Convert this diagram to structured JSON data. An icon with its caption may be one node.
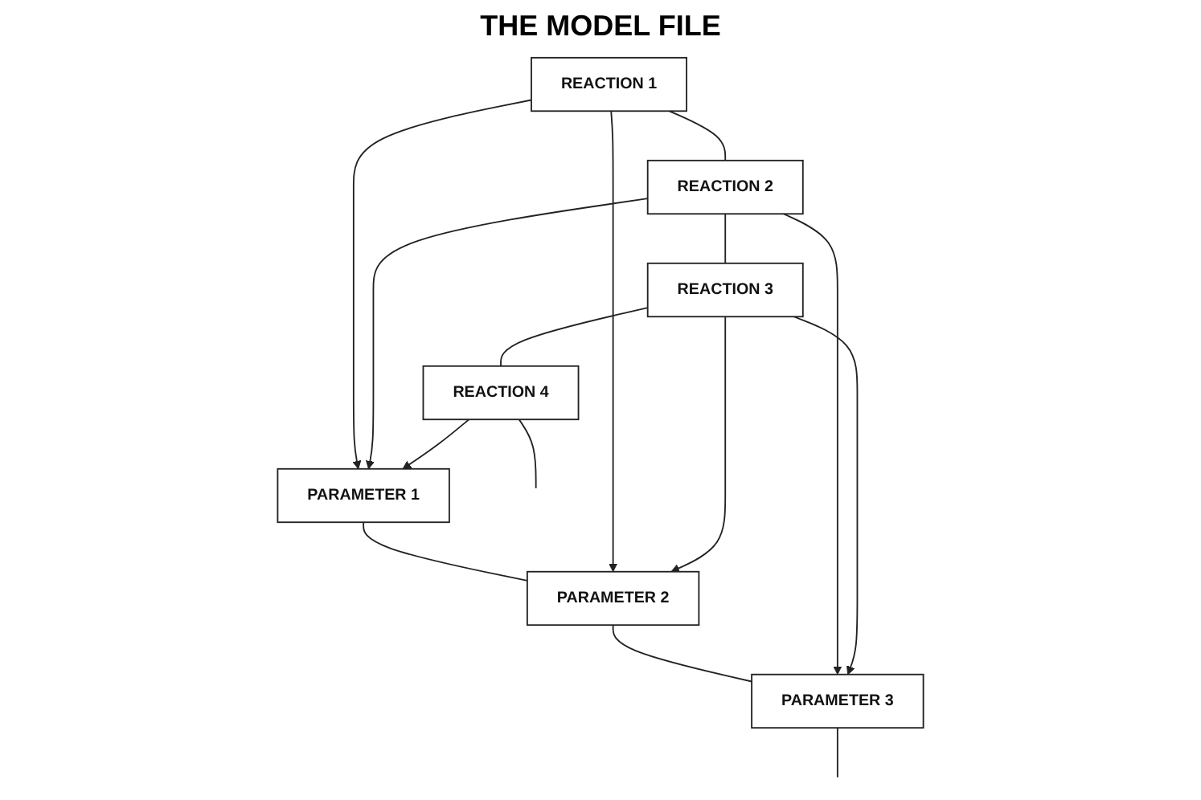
{
  "diagram": {
    "title": "THE MODEL FILE",
    "nodes": [
      {
        "text": [
          "REACTION 1"
        ]
      },
      {
        "text": [
          "REACTION 2"
        ]
      },
      {
        "text": [
          "REACTION 3"
        ]
      },
      {
        "text": [
          "REACTION 4"
        ]
      },
      {
        "text": [
          "PARAMETER 1"
        ]
      },
      {
        "text": [
          "PARAMETER 2"
        ]
      },
      {
        "text": [
          "PARAMETER 3"
        ]
      }
    ],
    "edges": [
      {
        "from": 0,
        "to": 1,
        "arrow": "none"
      },
      {
        "from": 1,
        "to": 2,
        "arrow": "none"
      },
      {
        "from": 2,
        "to": 3,
        "arrow": "none"
      },
      {
        "from": 3,
        "to": null,
        "arrow": "none"
      },
      {
        "from": 4,
        "to": 5,
        "arrow": "none"
      },
      {
        "from": 5,
        "to": 6,
        "arrow": "none"
      },
      {
        "from": 6,
        "to": null,
        "arrow": "none"
      },
      {
        "from": 0,
        "to": 4,
        "arrow": "to"
      },
      {
        "from": 0,
        "to": 5,
        "arrow": "to"
      },
      {
        "from": 1,
        "to": 4,
        "arrow": "to"
      },
      {
        "from": 1,
        "to": 6,
        "arrow": "to"
      },
      {
        "from": 2,
        "to": 5,
        "arrow": "to"
      },
      {
        "from": 2,
        "to": 6,
        "arrow": "to"
      },
      {
        "from": 3,
        "to": 4,
        "arrow": "to"
      }
    ]
  }
}
